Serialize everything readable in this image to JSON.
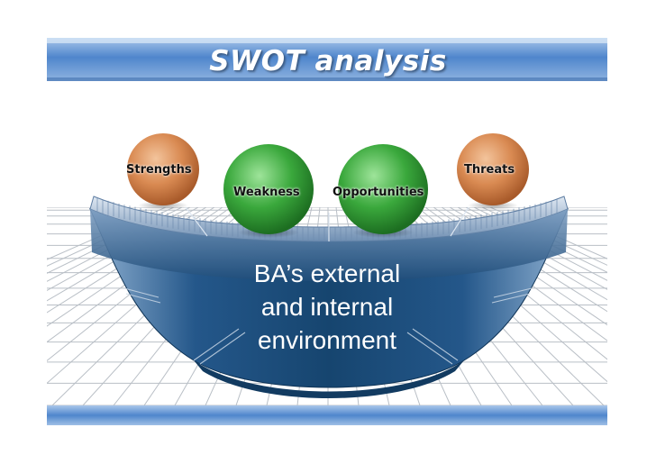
{
  "title": "SWOT analysis",
  "factors": [
    {
      "label": "Strengths",
      "color": "#d9905a"
    },
    {
      "label": "Weakness",
      "color": "#3aa33e"
    },
    {
      "label": "Opportunities",
      "color": "#3aa33e"
    },
    {
      "label": "Threats",
      "color": "#d9905a"
    }
  ],
  "center": {
    "line1": "BA’s external",
    "line2": "and internal",
    "line3": "environment"
  },
  "colors": {
    "header_band": "#5b8fd0",
    "bowl": "#1f4d7a",
    "floor_grid": "#b9bfc6"
  }
}
